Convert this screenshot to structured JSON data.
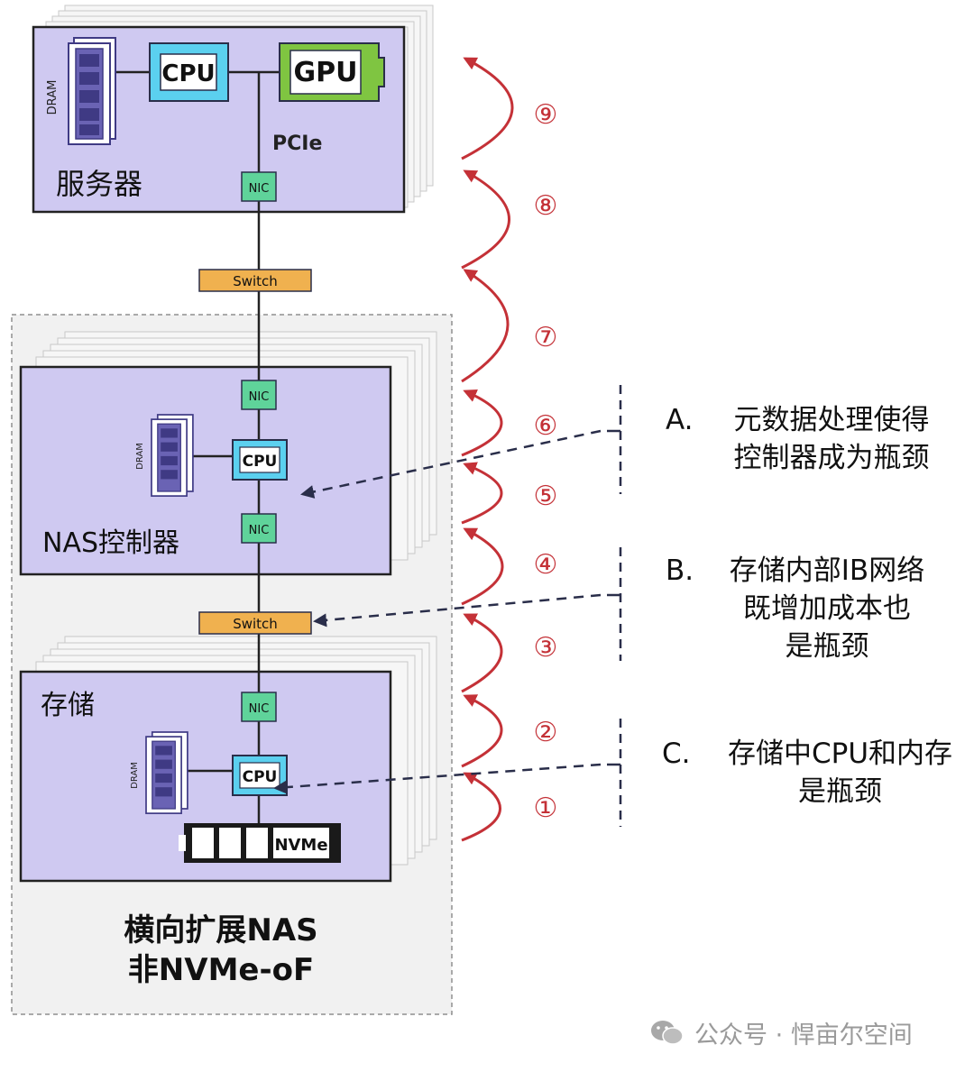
{
  "server": {
    "title": "服务器",
    "dram": "DRAM",
    "cpu": "CPU",
    "gpu": "GPU",
    "pcie": "PCIe",
    "nic": "NIC"
  },
  "switch_top": "Switch",
  "nas": {
    "title": "NAS控制器",
    "dram": "DRAM",
    "cpu": "CPU",
    "nic_top": "NIC",
    "nic_bottom": "NIC"
  },
  "switch_mid": "Switch",
  "storage": {
    "title": "存储",
    "dram": "DRAM",
    "cpu": "CPU",
    "nic": "NIC",
    "nvme": "NVMe"
  },
  "group_title": {
    "line1": "横向扩展NAS",
    "line2": "非NVMe-oF"
  },
  "steps": [
    "①",
    "②",
    "③",
    "④",
    "⑤",
    "⑥",
    "⑦",
    "⑧",
    "⑨"
  ],
  "notes": [
    {
      "letter": "A.",
      "lines": [
        "元数据处理使得",
        "控制器成为瓶颈"
      ]
    },
    {
      "letter": "B.",
      "lines": [
        "存储内部IB网络",
        "既增加成本也",
        "是瓶颈"
      ]
    },
    {
      "letter": "C.",
      "lines": [
        "存储中CPU和内存",
        "是瓶颈"
      ]
    }
  ],
  "watermark": "公众号 · 悍亩尔空间",
  "colors": {
    "panel": "#cfc9f1",
    "cpu": "#5bd0ef",
    "gpu": "#7fc541",
    "nic": "#5fd39a",
    "switch": "#f0b14f",
    "arrow": "#c43137",
    "dram": "#6a63b4"
  }
}
